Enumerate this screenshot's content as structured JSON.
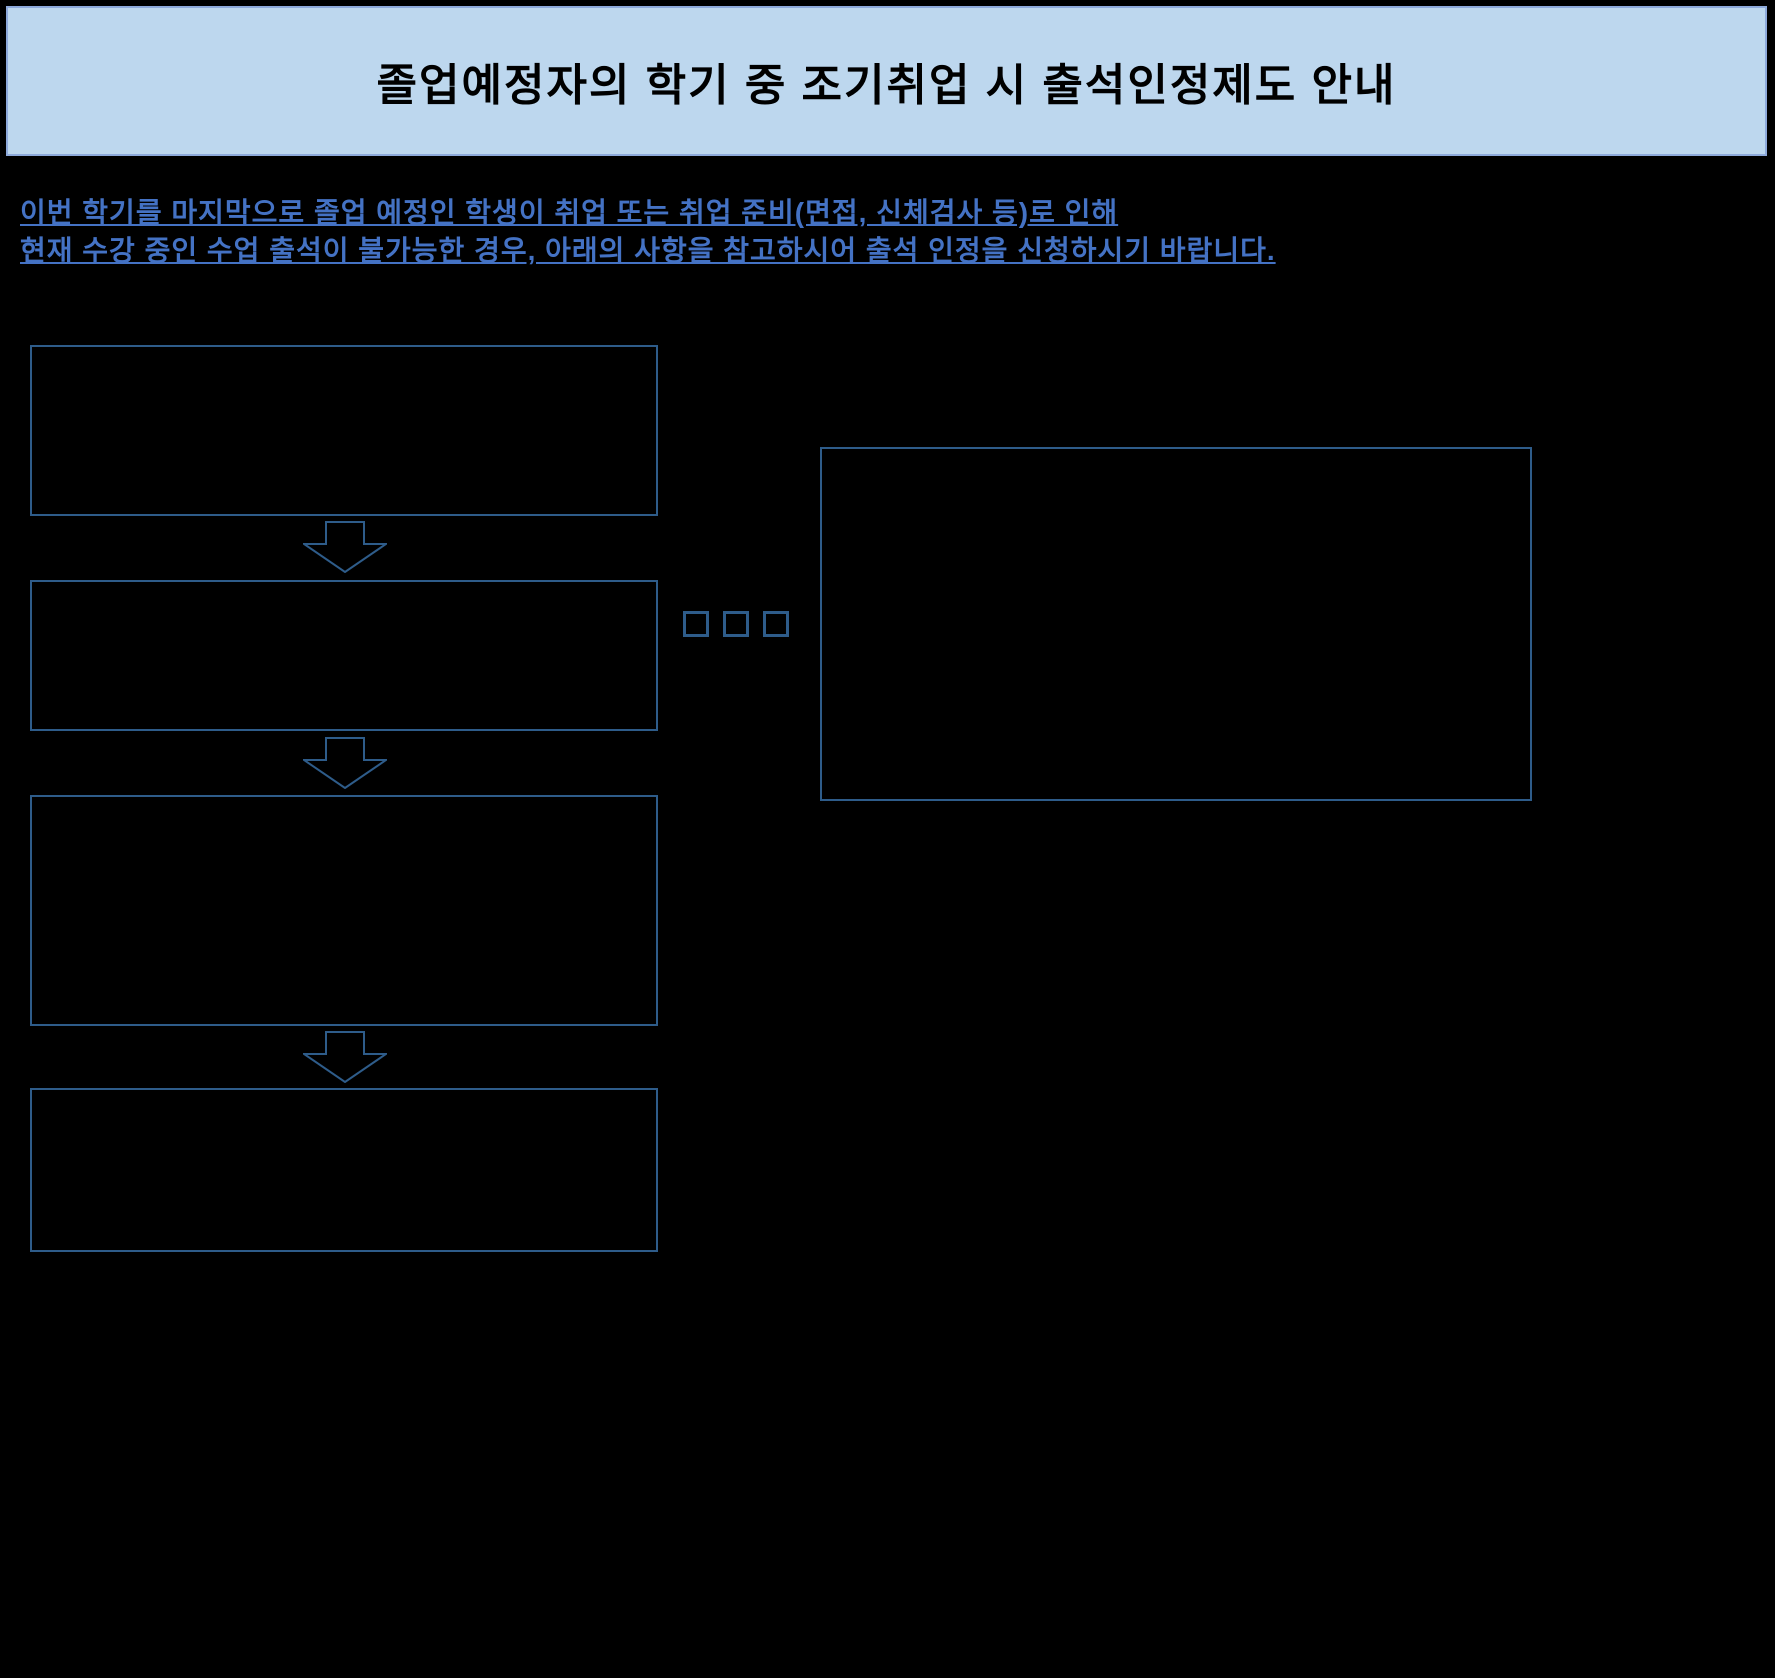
{
  "page": {
    "background_color": "#000000"
  },
  "header": {
    "title": "졸업예정자의 학기 중 조기취업 시 출석인정제도 안내",
    "background_color": "#BDD7EE",
    "text_color": "#000000"
  },
  "intro": {
    "lines": [
      "이번 학기를 마지막으로 졸업 예정인 학생이 취업 또는 취업 준비(면접, 신체검사 등)로 인해",
      "현재 수강 중인 수업 출석이 불가능한 경우, 아래의 사항을 참고하시어 출석 인정을 신청하시기 바랍니다."
    ],
    "text_color": "#4472C4"
  },
  "flowchart": {
    "outline_color": "#2E5C8A",
    "steps": [
      {
        "label": ""
      },
      {
        "label": ""
      },
      {
        "label": ""
      },
      {
        "label": ""
      }
    ]
  },
  "side_box": {
    "label": ""
  },
  "separator": {
    "squares_count": 3
  }
}
